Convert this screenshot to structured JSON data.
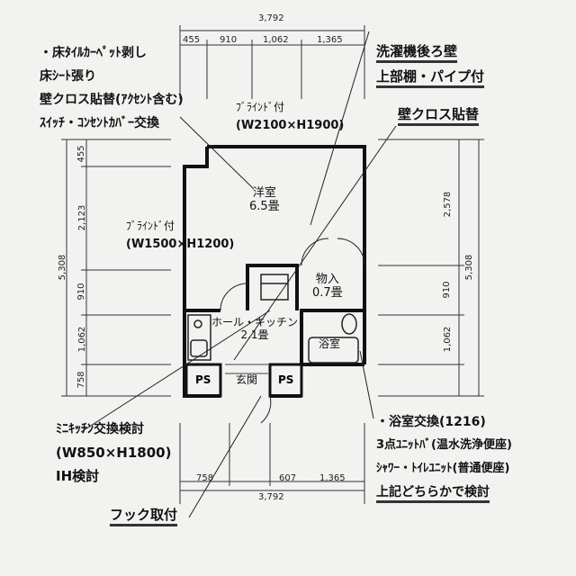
{
  "notes_left_top": {
    "line1": "・床ﾀｲﾙｶｰﾍﾟｯﾄ剥し",
    "line2": "床ｼｰﾄ張り",
    "line3": "壁クロス貼替(ｱｸｾﾝﾄ含む)",
    "line4": "ｽｲｯﾁ・ｺﾝｾﾝﾄｶﾊﾞｰ交換"
  },
  "notes_right_top": {
    "line1": "洗濯機後ろ壁",
    "line2": "上部棚・パイプ付",
    "line3": "壁クロス貼替"
  },
  "blind_top": {
    "label": "ﾌﾞﾗｲﾝﾄﾞ付",
    "size": "(W2100×H1900)"
  },
  "blind_left": {
    "label": "ﾌﾞﾗｲﾝﾄﾞ付",
    "size": "(W1500×H1200)"
  },
  "notes_left_bottom": {
    "line1": "ﾐﾆｷｯﾁﾝ交換検討",
    "line2": "(W850×H1800)",
    "line3": "IH検討",
    "line4": "フック取付"
  },
  "notes_right_bottom": {
    "line1": "・浴室交換(1216)",
    "line2": "3点ﾕﾆｯﾄﾊﾞ(温水洗浄便座)",
    "line3": "ｼｬﾜｰ・ﾄｲﾚﾕﾆｯﾄ(普通便座)",
    "line4": "上記どちらかで検討"
  },
  "rooms": {
    "western_name": "洋室",
    "western_size": "6.5畳",
    "storage_name": "物入",
    "storage_size": "0.7畳",
    "hall_name": "ホール・キッチン",
    "hall_size": "2.1畳",
    "bath_name": "浴室",
    "entrance": "玄関",
    "ps": "PS"
  },
  "dims_top": {
    "total": "3,792",
    "d1": "455",
    "d2": "910",
    "d3": "1,062",
    "d4": "1,365"
  },
  "dims_bottom": {
    "total": "3,792",
    "d1": "758",
    "d2": "607",
    "d3": "1,365"
  },
  "dims_left": {
    "total": "5,308",
    "d1": "455",
    "d2": "2,123",
    "d3": "910",
    "d4": "1,062",
    "d5": "758"
  },
  "dims_right": {
    "total": "5,308",
    "d1": "2,578",
    "d2": "910",
    "d3": "1,062"
  }
}
